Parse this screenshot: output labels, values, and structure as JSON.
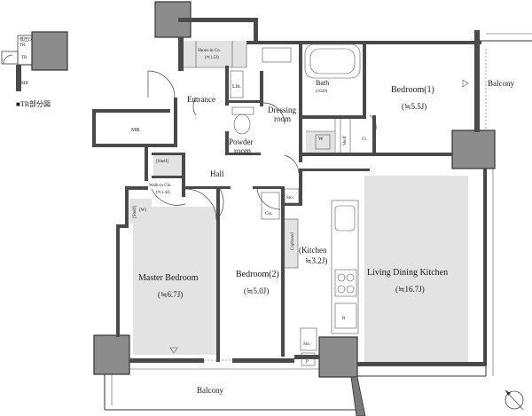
{
  "inset": {
    "tr_box": "低圧D\nTR",
    "tr": "TR",
    "mb": "MB",
    "caption": "■TR部分図"
  },
  "rooms": {
    "shoes_in": {
      "name": "Shoes-in Co.",
      "size": "(≒1.5J)"
    },
    "entrance": "Entrance",
    "lin": "Lin.",
    "dressing": "Dressing\nroom",
    "bath": {
      "name": "Bath",
      "size": "(1620)"
    },
    "bedroom1": {
      "name": "Bedroom(1)",
      "size": "(≒5.5J)"
    },
    "mb": "MB",
    "powder": "Powder\nroom",
    "w_laundry": "W",
    "cl_small": "Cl.",
    "shelf_small": "Shelf",
    "hall": "Hall",
    "walkin": {
      "shelf": "[Shelf]",
      "name": "Walk-in Clo.",
      "size": "(≒1.4J)",
      "side_shelf": "[Shelf]",
      "w": "(W)"
    },
    "sto_top": "Sto.",
    "clo": "Clo.",
    "cupboard": "Cupboard",
    "kitchen": {
      "name": "Kitchen",
      "size": "≒3.2J)"
    },
    "master": {
      "name": "Master Bedroom",
      "size": "(≒6.7J)"
    },
    "bedroom2": {
      "name": "Bedroom(2)",
      "size": "(≒5.0J)"
    },
    "ldk": {
      "name": "Living Dining Kitchen",
      "size": "(≒16.7J)"
    },
    "refrigerator": "R",
    "sto_bottom": "Sto.",
    "p": "P",
    "balcony_right": "Balcony",
    "balcony_bottom": "Balcony"
  }
}
